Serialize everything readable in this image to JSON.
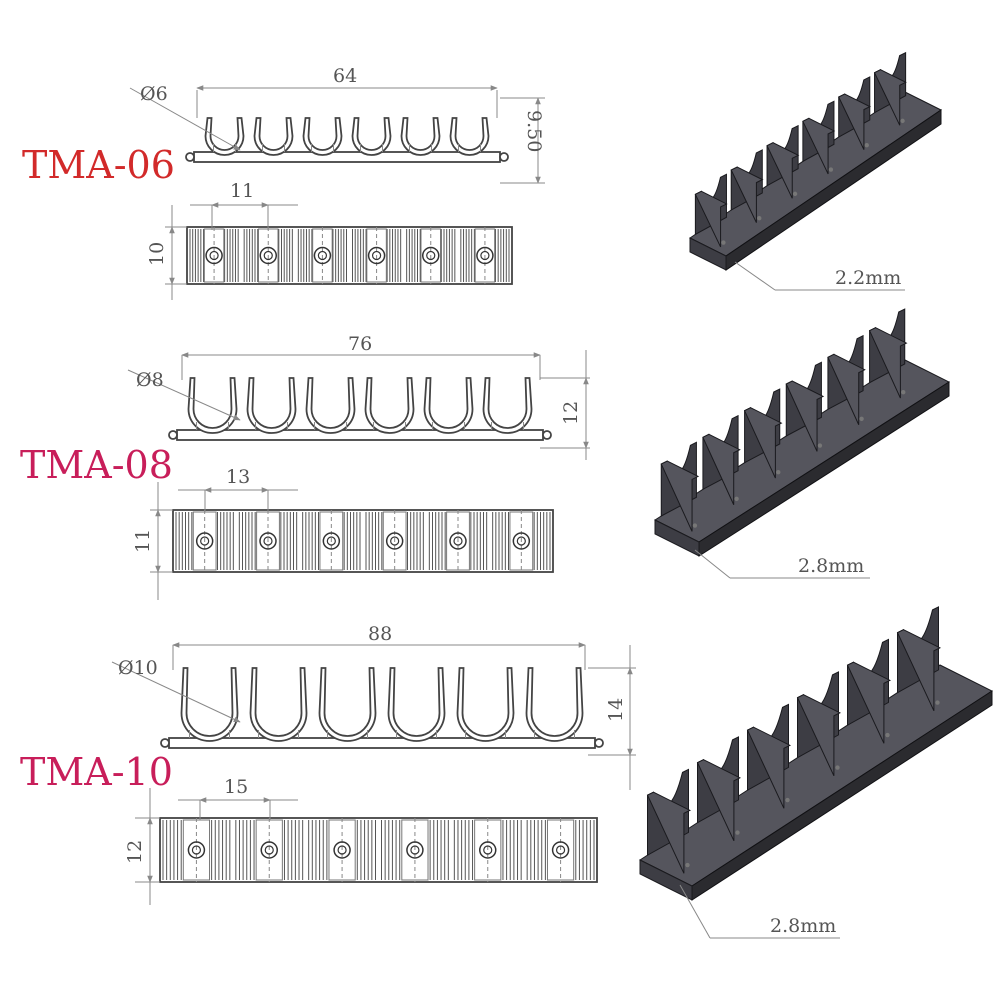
{
  "colors": {
    "tma06": "#d22a2a",
    "tma08": "#c81e5a",
    "tma10": "#c81e5a",
    "part": "#2b2b2f"
  },
  "models": [
    {
      "label": "TMA-06",
      "diameter": "Ø6",
      "length": "64",
      "height": "9.50",
      "pitch": "11",
      "width": "10",
      "thickness": "2.2mm"
    },
    {
      "label": "TMA-08",
      "diameter": "Ø8",
      "length": "76",
      "height": "12",
      "pitch": "13",
      "width": "11",
      "thickness": "2.8mm"
    },
    {
      "label": "TMA-10",
      "diameter": "Ø10",
      "length": "88",
      "height": "14",
      "pitch": "15",
      "width": "12",
      "thickness": "2.8mm"
    }
  ]
}
